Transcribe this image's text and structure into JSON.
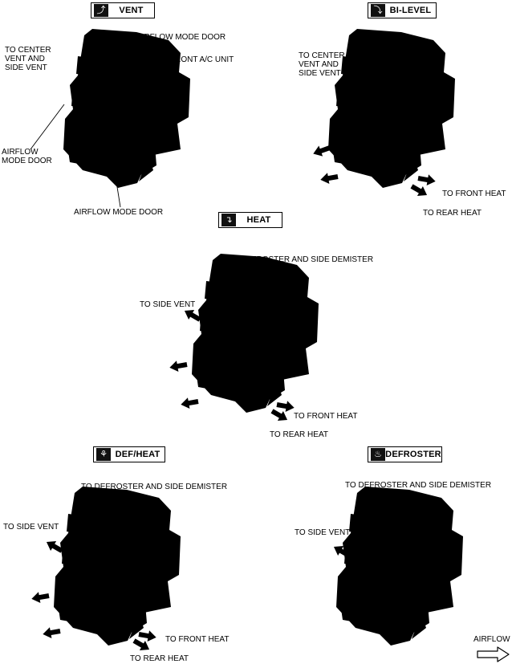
{
  "panels": {
    "vent": {
      "mode": "VENT",
      "icon": "vent-mode-icon",
      "labels": {
        "to_center_vent": "TO CENTER\nVENT AND\nSIDE VENT",
        "airflow_mode_door_top": "AIRFLOW MODE DOOR",
        "front_ac_unit": "FRONT A/C UNIT",
        "airflow_mode_door_left": "AIRFLOW\nMODE DOOR",
        "airflow_mode_door_bottom": "AIRFLOW MODE DOOR"
      }
    },
    "bilevel": {
      "mode": "BI-LEVEL",
      "icon": "bi-level-mode-icon",
      "labels": {
        "to_center_vent": "TO CENTER\nVENT AND\nSIDE VENT",
        "to_front_heat": "TO FRONT HEAT",
        "to_rear_heat": "TO REAR HEAT"
      }
    },
    "heat": {
      "mode": "HEAT",
      "icon": "heat-mode-icon",
      "labels": {
        "to_defroster": "TO DEFROSTER AND SIDE DEMISTER",
        "to_side_vent": "TO SIDE VENT",
        "to_front_heat": "TO FRONT HEAT",
        "to_rear_heat": "TO REAR HEAT"
      }
    },
    "defheat": {
      "mode": "DEF/HEAT",
      "icon": "def-heat-mode-icon",
      "labels": {
        "to_defroster": "TO DEFROSTER AND SIDE DEMISTER",
        "to_side_vent": "TO SIDE VENT",
        "to_front_heat": "TO FRONT HEAT",
        "to_rear_heat": "TO REAR HEAT"
      }
    },
    "defroster": {
      "mode": "DEFROSTER",
      "icon": "defroster-mode-icon",
      "labels": {
        "to_defroster": "TO DEFROSTER AND SIDE DEMISTER",
        "to_side_vent": "TO SIDE VENT"
      }
    }
  },
  "legend": {
    "airflow": "AIRFLOW",
    "icon": "hollow-right-arrow-icon"
  }
}
